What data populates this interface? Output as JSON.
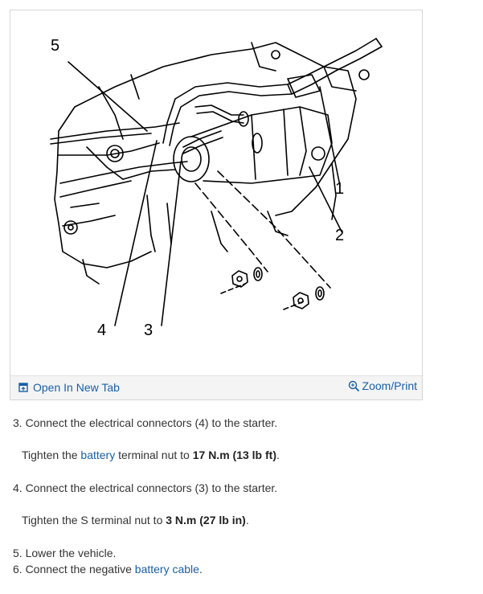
{
  "figure": {
    "callouts": [
      "5",
      "1",
      "2",
      "4",
      "3"
    ],
    "open_label": "Open In New Tab",
    "zoom_label": "Zoom/Print",
    "open_icon": "open-in-new-tab-icon",
    "zoom_icon": "zoom-icon"
  },
  "steps": {
    "s3": {
      "text": "3. Connect the electrical connectors (4) to the starter."
    },
    "s3_note": {
      "pre": "Tighten the ",
      "link": "battery",
      "mid": " terminal nut to ",
      "bold": "17 N.m (13 lb ft)",
      "post": "."
    },
    "s4": {
      "text": "4. Connect the electrical connectors (3) to the starter."
    },
    "s4_note": {
      "pre": "Tighten the S terminal nut to ",
      "bold": "3 N.m (27 lb in)",
      "post": "."
    },
    "s5": {
      "text": "5. Lower the vehicle."
    },
    "s6": {
      "pre": "6. Connect the negative ",
      "link": "battery cable",
      "post": "."
    }
  },
  "colors": {
    "link": "#1a5fa6",
    "text": "#333333",
    "bar": "#f4f4f4",
    "border": "#d6d6d6"
  }
}
